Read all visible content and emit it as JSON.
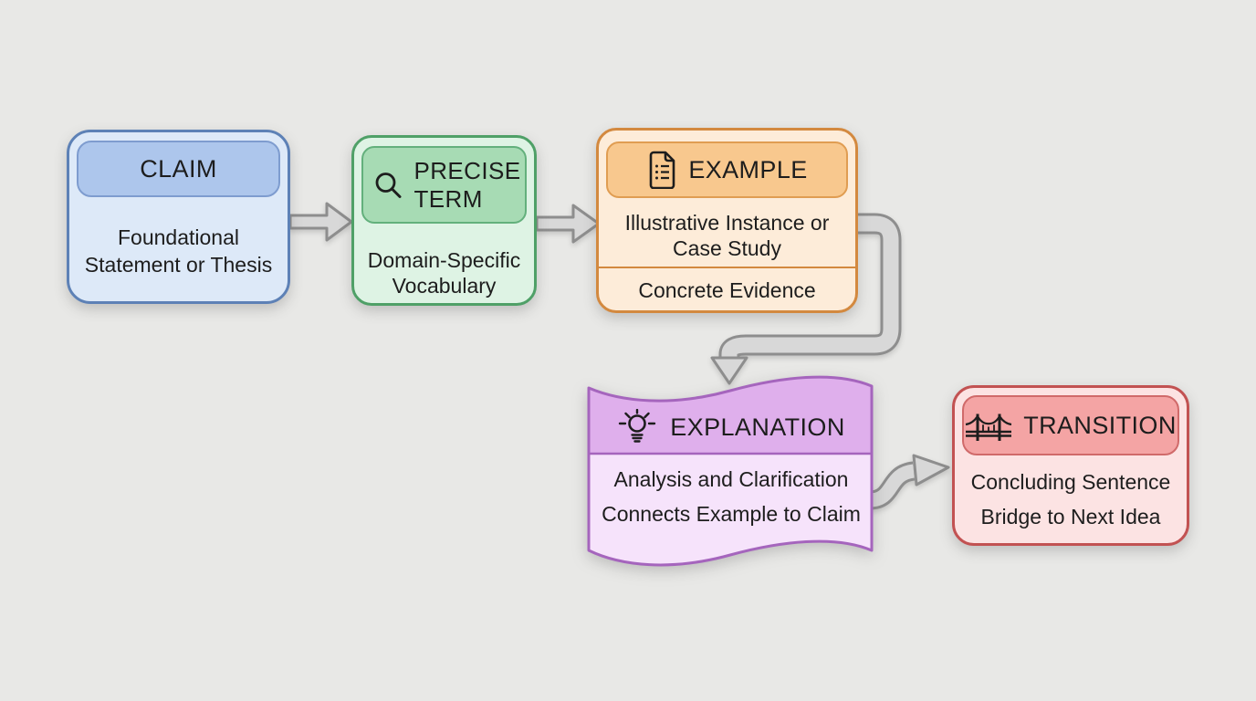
{
  "diagram": {
    "type": "flowchart",
    "description": "Paragraph structure flow: Claim, Precise Term, Example, Explanation, Transition"
  },
  "colors": {
    "bg": "#e8e8e6",
    "text": "#1d1d1d",
    "arrow_fill": "#d8d8d8",
    "arrow_stroke": "#8e8e8e",
    "claim_border": "#5d81b6",
    "claim_header": "#adc6ec",
    "claim_header_border": "#7e9ccf",
    "claim_body": "#dde9f8",
    "precise_border": "#4fa067",
    "precise_header": "#a7dbb4",
    "precise_header_border": "#63b07c",
    "precise_body": "#def3e4",
    "example_border": "#d3893f",
    "example_header": "#f8c88e",
    "example_header_border": "#e09d52",
    "example_body": "#fdecd9",
    "explanation_border": "#a565bd",
    "explanation_header": "#dfafec",
    "explanation_body": "#f6e3fb",
    "transition_border": "#c25252",
    "transition_header": "#f4a4a4",
    "transition_header_border": "#d06a6a",
    "transition_body": "#fce3e3"
  },
  "nodes": {
    "claim": {
      "title": "CLAIM",
      "line1": "Foundational",
      "line2": "Statement or Thesis"
    },
    "precise_term": {
      "title": "PRECISE TERM",
      "icon": "magnifier-icon",
      "line1": "Domain-Specific",
      "line2": "Vocabulary"
    },
    "example": {
      "title": "EXAMPLE",
      "icon": "document-list-icon",
      "line1": "Illustrative Instance or",
      "line2": "Case Study",
      "footer": "Concrete Evidence"
    },
    "explanation": {
      "title": "EXPLANATION",
      "icon": "lightbulb-icon",
      "line1": "Analysis and Clarification",
      "line2": "Connects Example to Claim"
    },
    "transition": {
      "title": "TRANSITION",
      "icon": "bridge-icon",
      "line1": "Concluding Sentence",
      "line2": "Bridge to Next Idea"
    }
  }
}
